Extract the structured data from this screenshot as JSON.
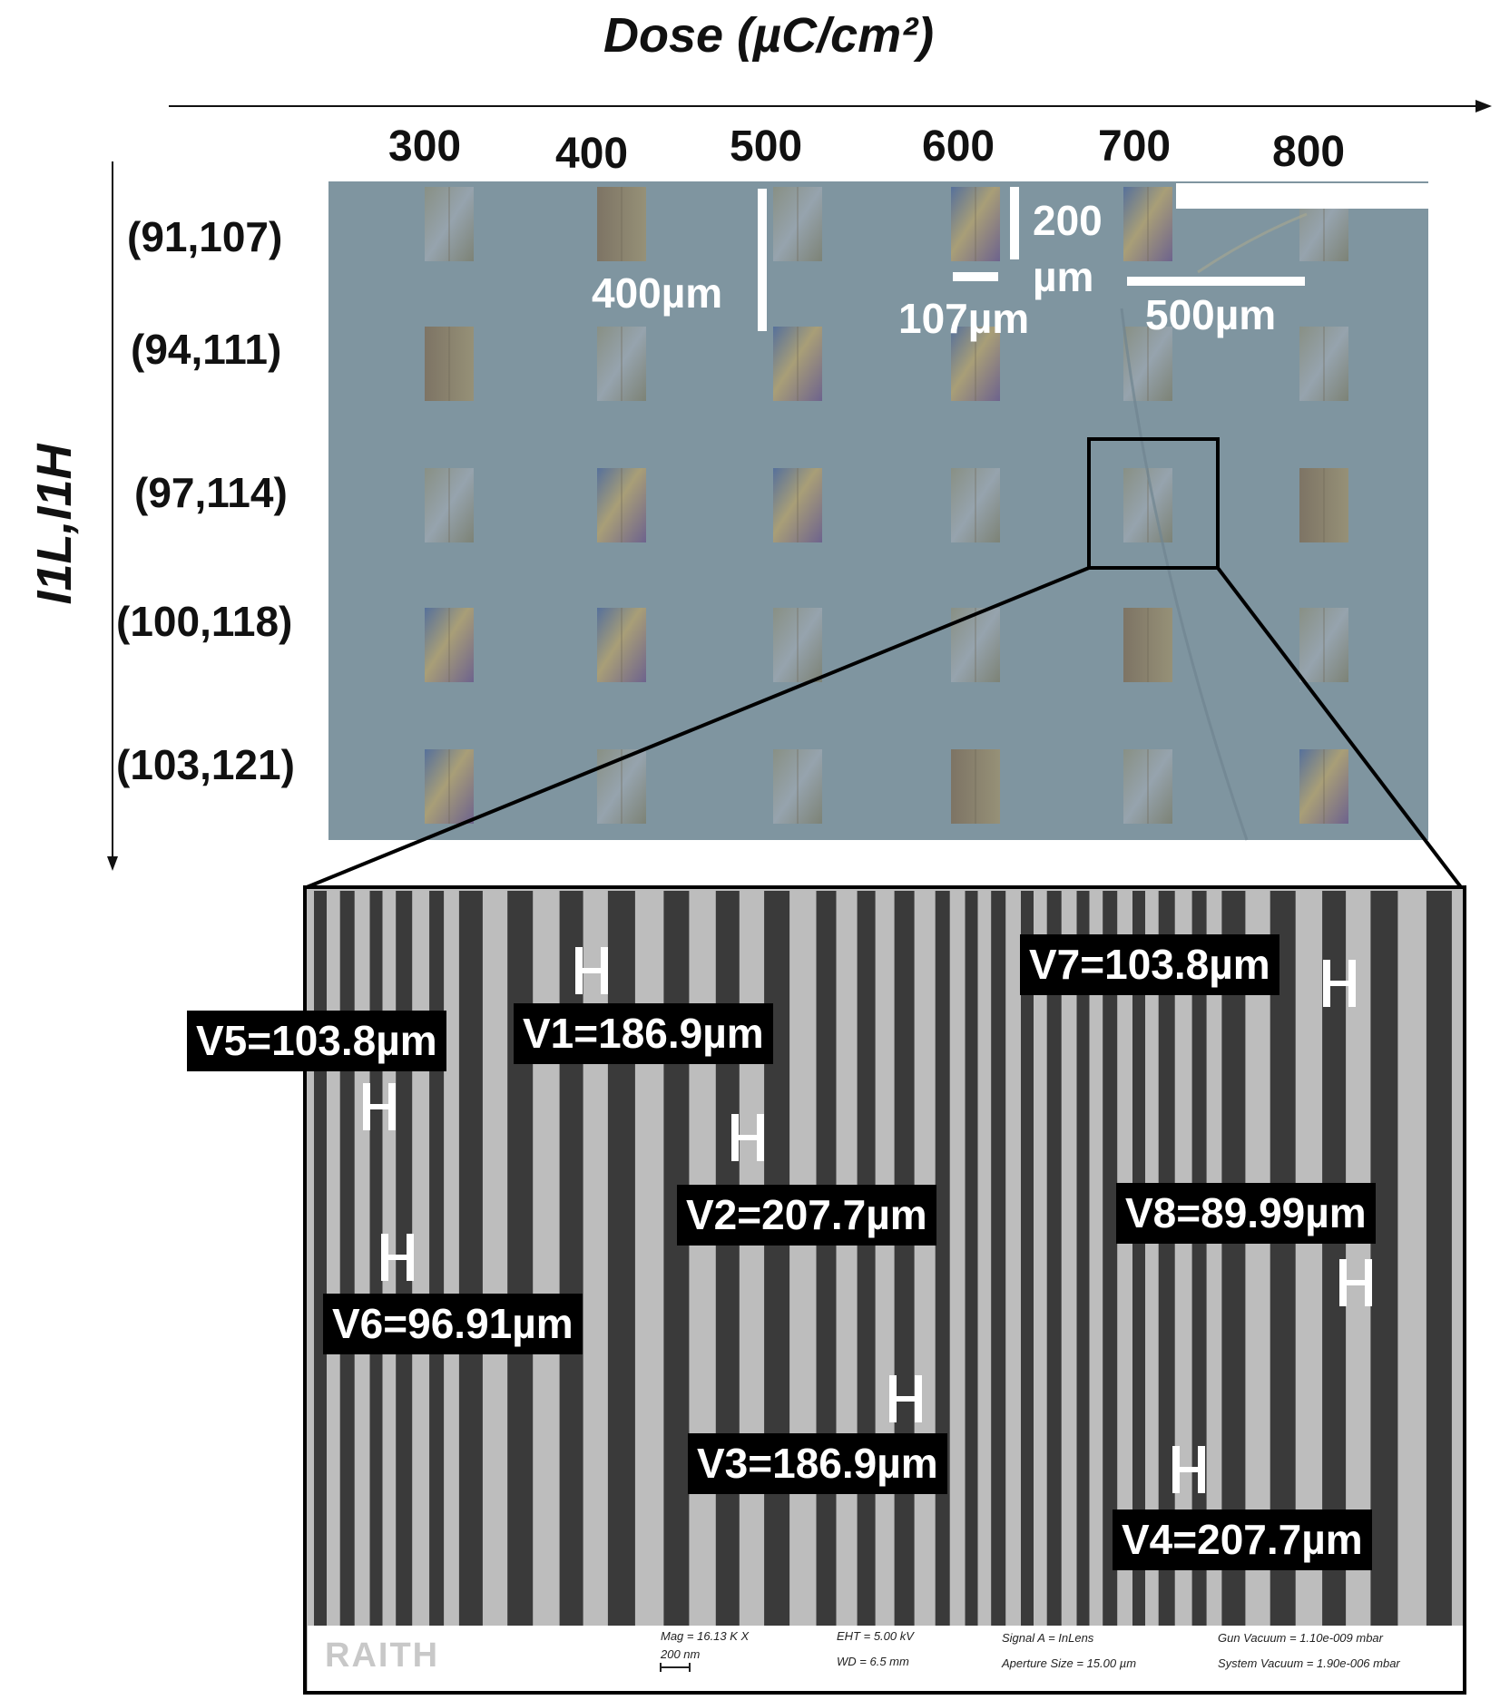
{
  "x_axis": {
    "title": "Dose (µC/cm²)",
    "ticks": [
      "300",
      "400",
      "500",
      "600",
      "700",
      "800"
    ]
  },
  "y_axis": {
    "title": "I1L,I1H",
    "ticks": [
      "(91,107)",
      "(94,111)",
      "(97,114)",
      "(100,118)",
      "(103,121)"
    ]
  },
  "scale_bars": {
    "vertical_400": "400µm",
    "vertical_200_line1": "200",
    "vertical_200_line2": "µm",
    "horizontal_107": "107µm",
    "horizontal_500": "500µm"
  },
  "measurements": [
    {
      "id": "V1",
      "text": "V1=186.9µm"
    },
    {
      "id": "V2",
      "text": "V2=207.7µm"
    },
    {
      "id": "V3",
      "text": "V3=186.9µm"
    },
    {
      "id": "V4",
      "text": "V4=207.7µm"
    },
    {
      "id": "V5",
      "text": "V5=103.8µm"
    },
    {
      "id": "V6",
      "text": "V6=96.91µm"
    },
    {
      "id": "V7",
      "text": "V7=103.8µm"
    },
    {
      "id": "V8",
      "text": "V8=89.99µm"
    }
  ],
  "sem_info": {
    "logo": "RAITH",
    "mag": "Mag =   16.13 K X",
    "scale": "200 nm",
    "eht": "EHT =  5.00 kV",
    "wd": "WD =  6.5 mm",
    "signal": "Signal A = InLens",
    "aperture": "Aperture Size = 15.00 µm",
    "gun_vacuum": "Gun Vacuum = 1.10e-009 mbar",
    "system_vacuum": "System Vacuum = 1.90e-006 mbar"
  },
  "colors": {
    "optical_bg": "#7f95a0",
    "sem_dark": "#3a3a3a",
    "sem_light": "#bdbdbd",
    "label_bg": "#000000",
    "label_fg": "#ffffff"
  }
}
